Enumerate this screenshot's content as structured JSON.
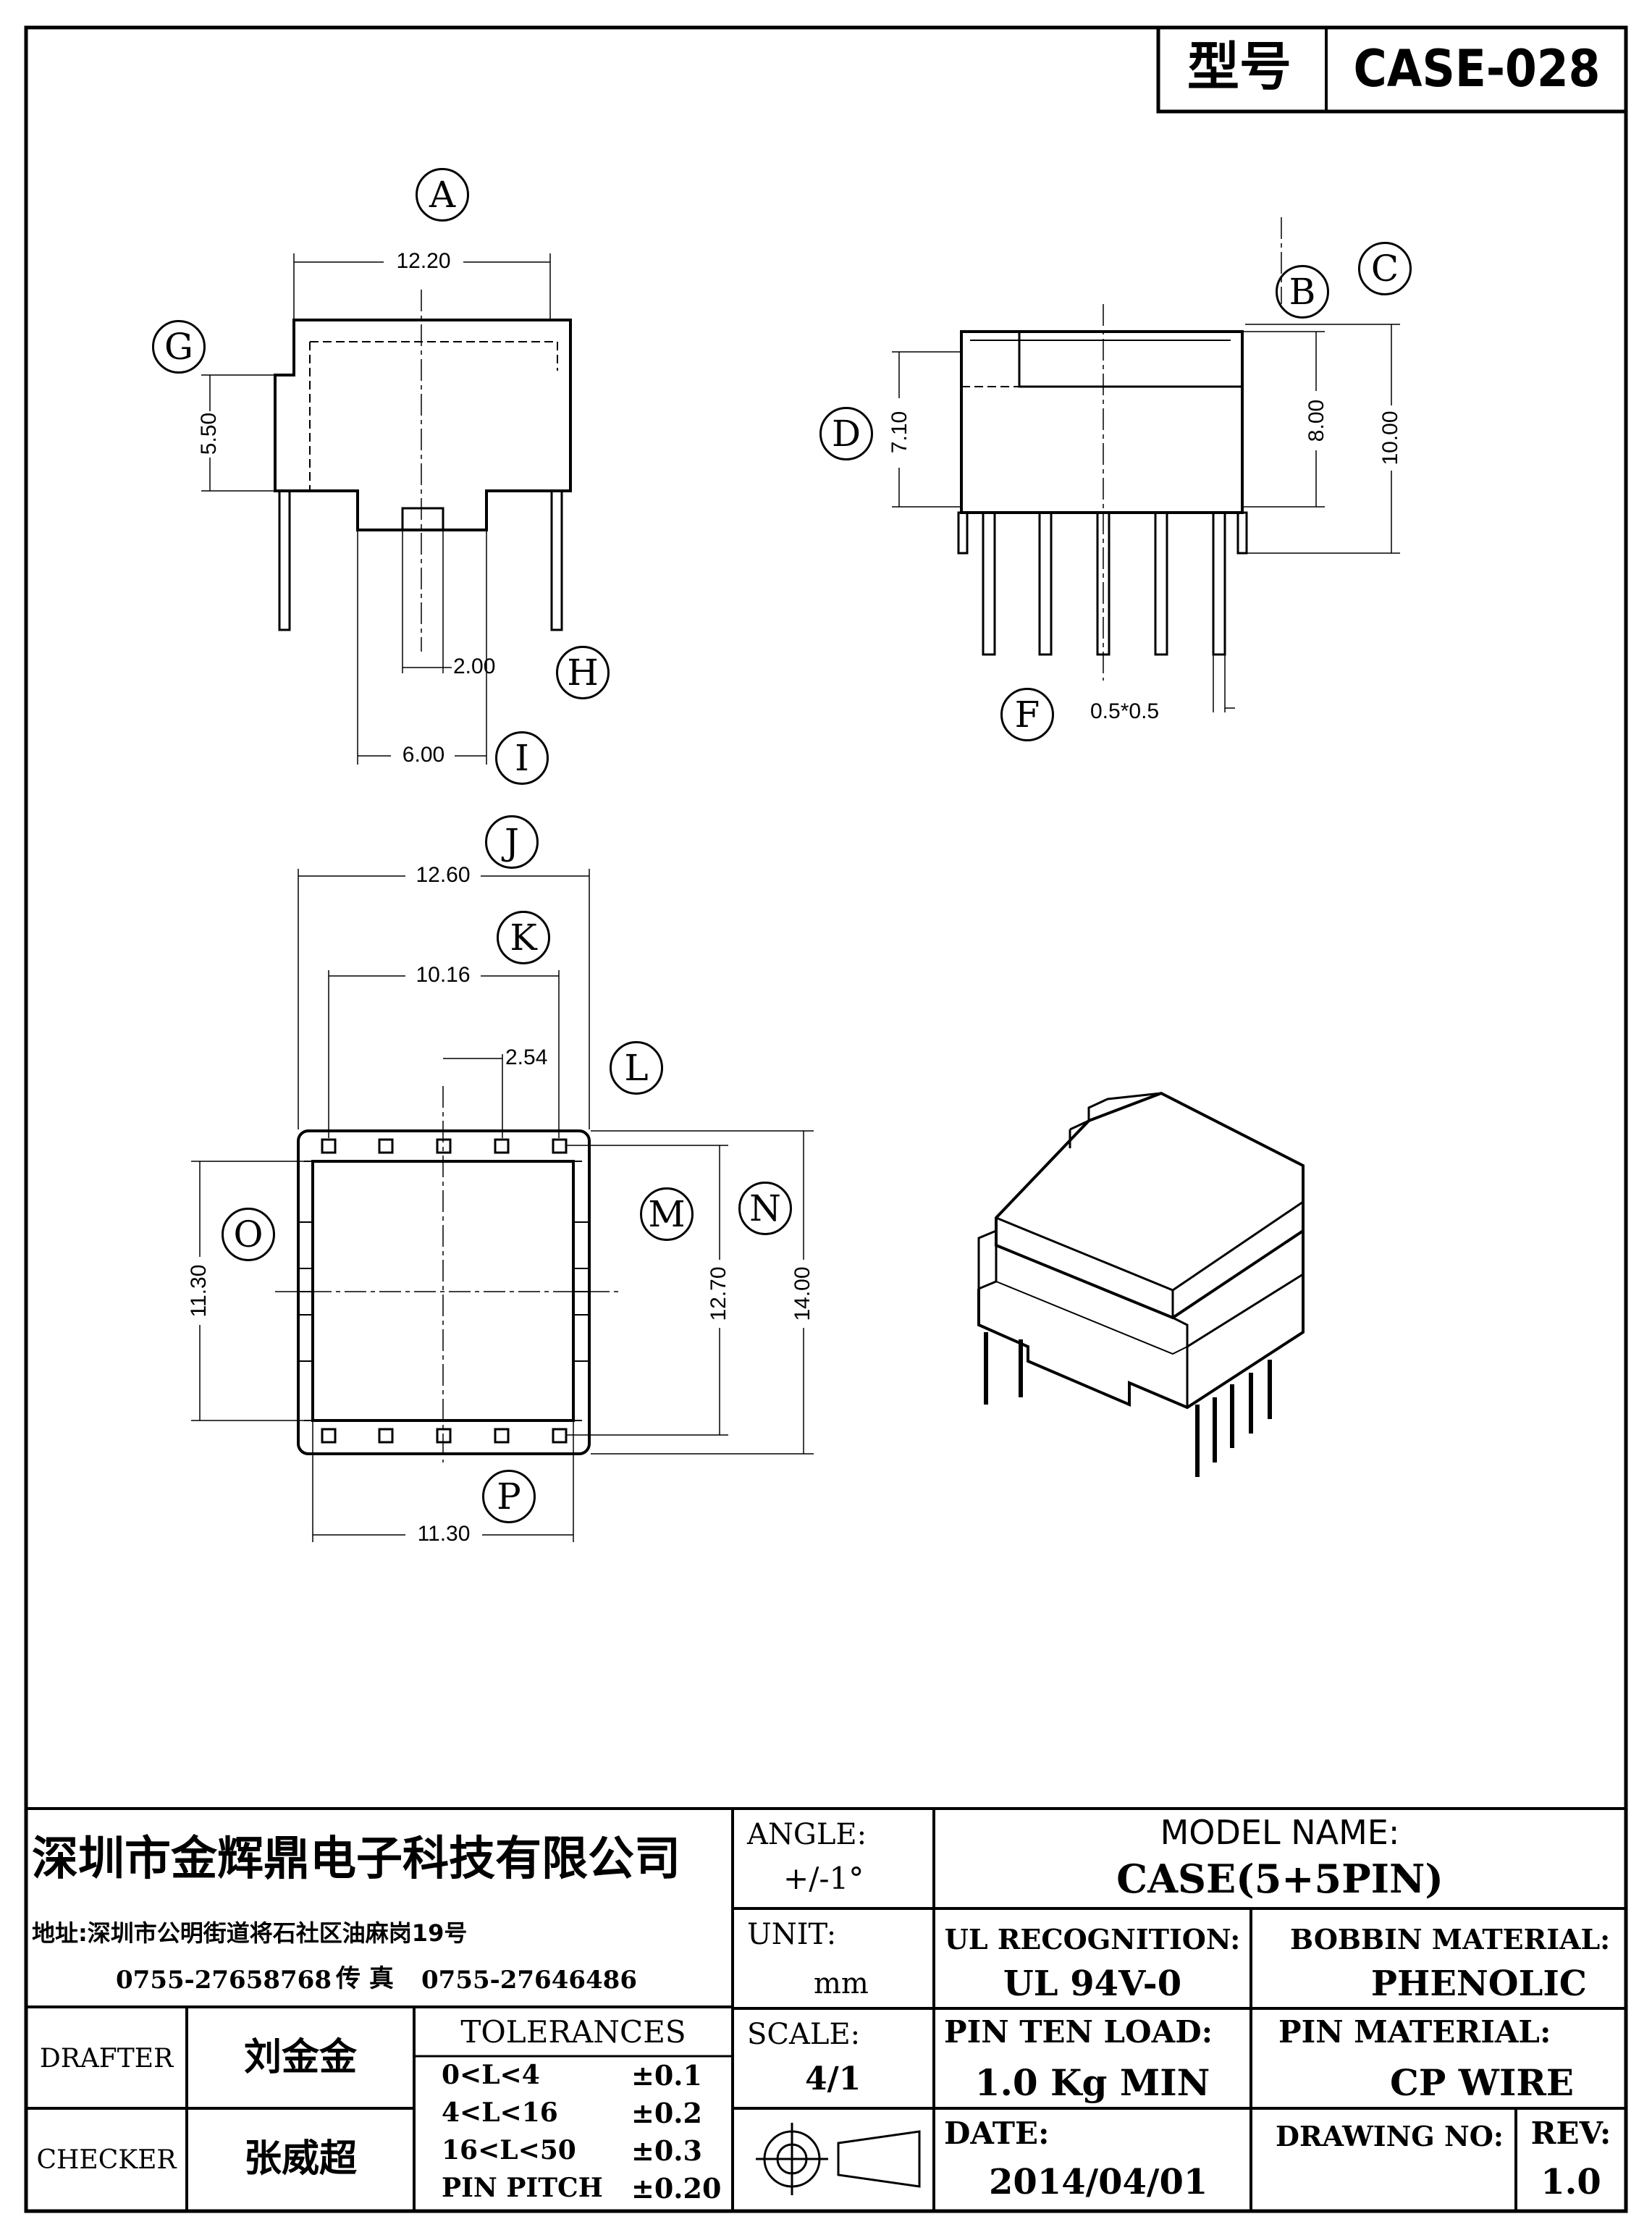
{
  "header": {
    "model_label": "型号",
    "model_code": "CASE-028"
  },
  "callouts": [
    "A",
    "B",
    "C",
    "D",
    "F",
    "G",
    "H",
    "I",
    "J",
    "K",
    "L",
    "M",
    "N",
    "O",
    "P"
  ],
  "dimensions": {
    "top_width": "12.20",
    "side_left_height": "5.50",
    "center_gap": "2.00",
    "bottom_offset": "6.00",
    "front_height": "7.10",
    "front_body_height": "8.00",
    "front_total_height": "10.00",
    "pin_size": "0.5*0.5",
    "plan_width": "12.60",
    "pin_span": "10.16",
    "pin_pitch": "2.54",
    "plan_inner_height": "11.30",
    "plan_mid_height": "12.70",
    "plan_total_height": "14.00",
    "plan_inner_width": "11.30"
  },
  "title_block": {
    "company": "深圳市金辉鼎电子科技有限公司",
    "address": "地址:深圳市公明街道将石社区油麻岗19号",
    "phone": "0755-27658768",
    "fax_label": "传 真",
    "fax": "0755-27646486",
    "angle_label": "ANGLE:",
    "angle_value": "+/-1°",
    "unit_label": "UNIT:",
    "unit_value": "mm",
    "scale_label": "SCALE:",
    "scale_value": "4/1",
    "model_name_label": "MODEL NAME:",
    "model_name_value": "CASE(5+5PIN)",
    "ul_label": "UL RECOGNITION:",
    "ul_value": "UL 94V-0",
    "bobbin_label": "BOBBIN MATERIAL:",
    "bobbin_value": "PHENOLIC",
    "pin_load_label": "PIN TEN LOAD:",
    "pin_load_value": "1.0 Kg MIN",
    "pin_material_label": "PIN MATERIAL:",
    "pin_material_value": "CP WIRE",
    "date_label": "DATE:",
    "date_value": "2014/04/01",
    "drawing_no_label": "DRAWING NO:",
    "rev_label": "REV:",
    "rev_value": "1.0",
    "drafter_label": "DRAFTER",
    "drafter_name": "刘金金",
    "checker_label": "CHECKER",
    "checker_name": "张威超",
    "tolerances_label": "TOLERANCES",
    "tolerances": [
      {
        "range": "0<L<4",
        "value": "±0.1"
      },
      {
        "range": "4<L<16",
        "value": "±0.2"
      },
      {
        "range": "16<L<50",
        "value": "±0.3"
      },
      {
        "range": "PIN PITCH",
        "value": "±0.20"
      }
    ]
  }
}
